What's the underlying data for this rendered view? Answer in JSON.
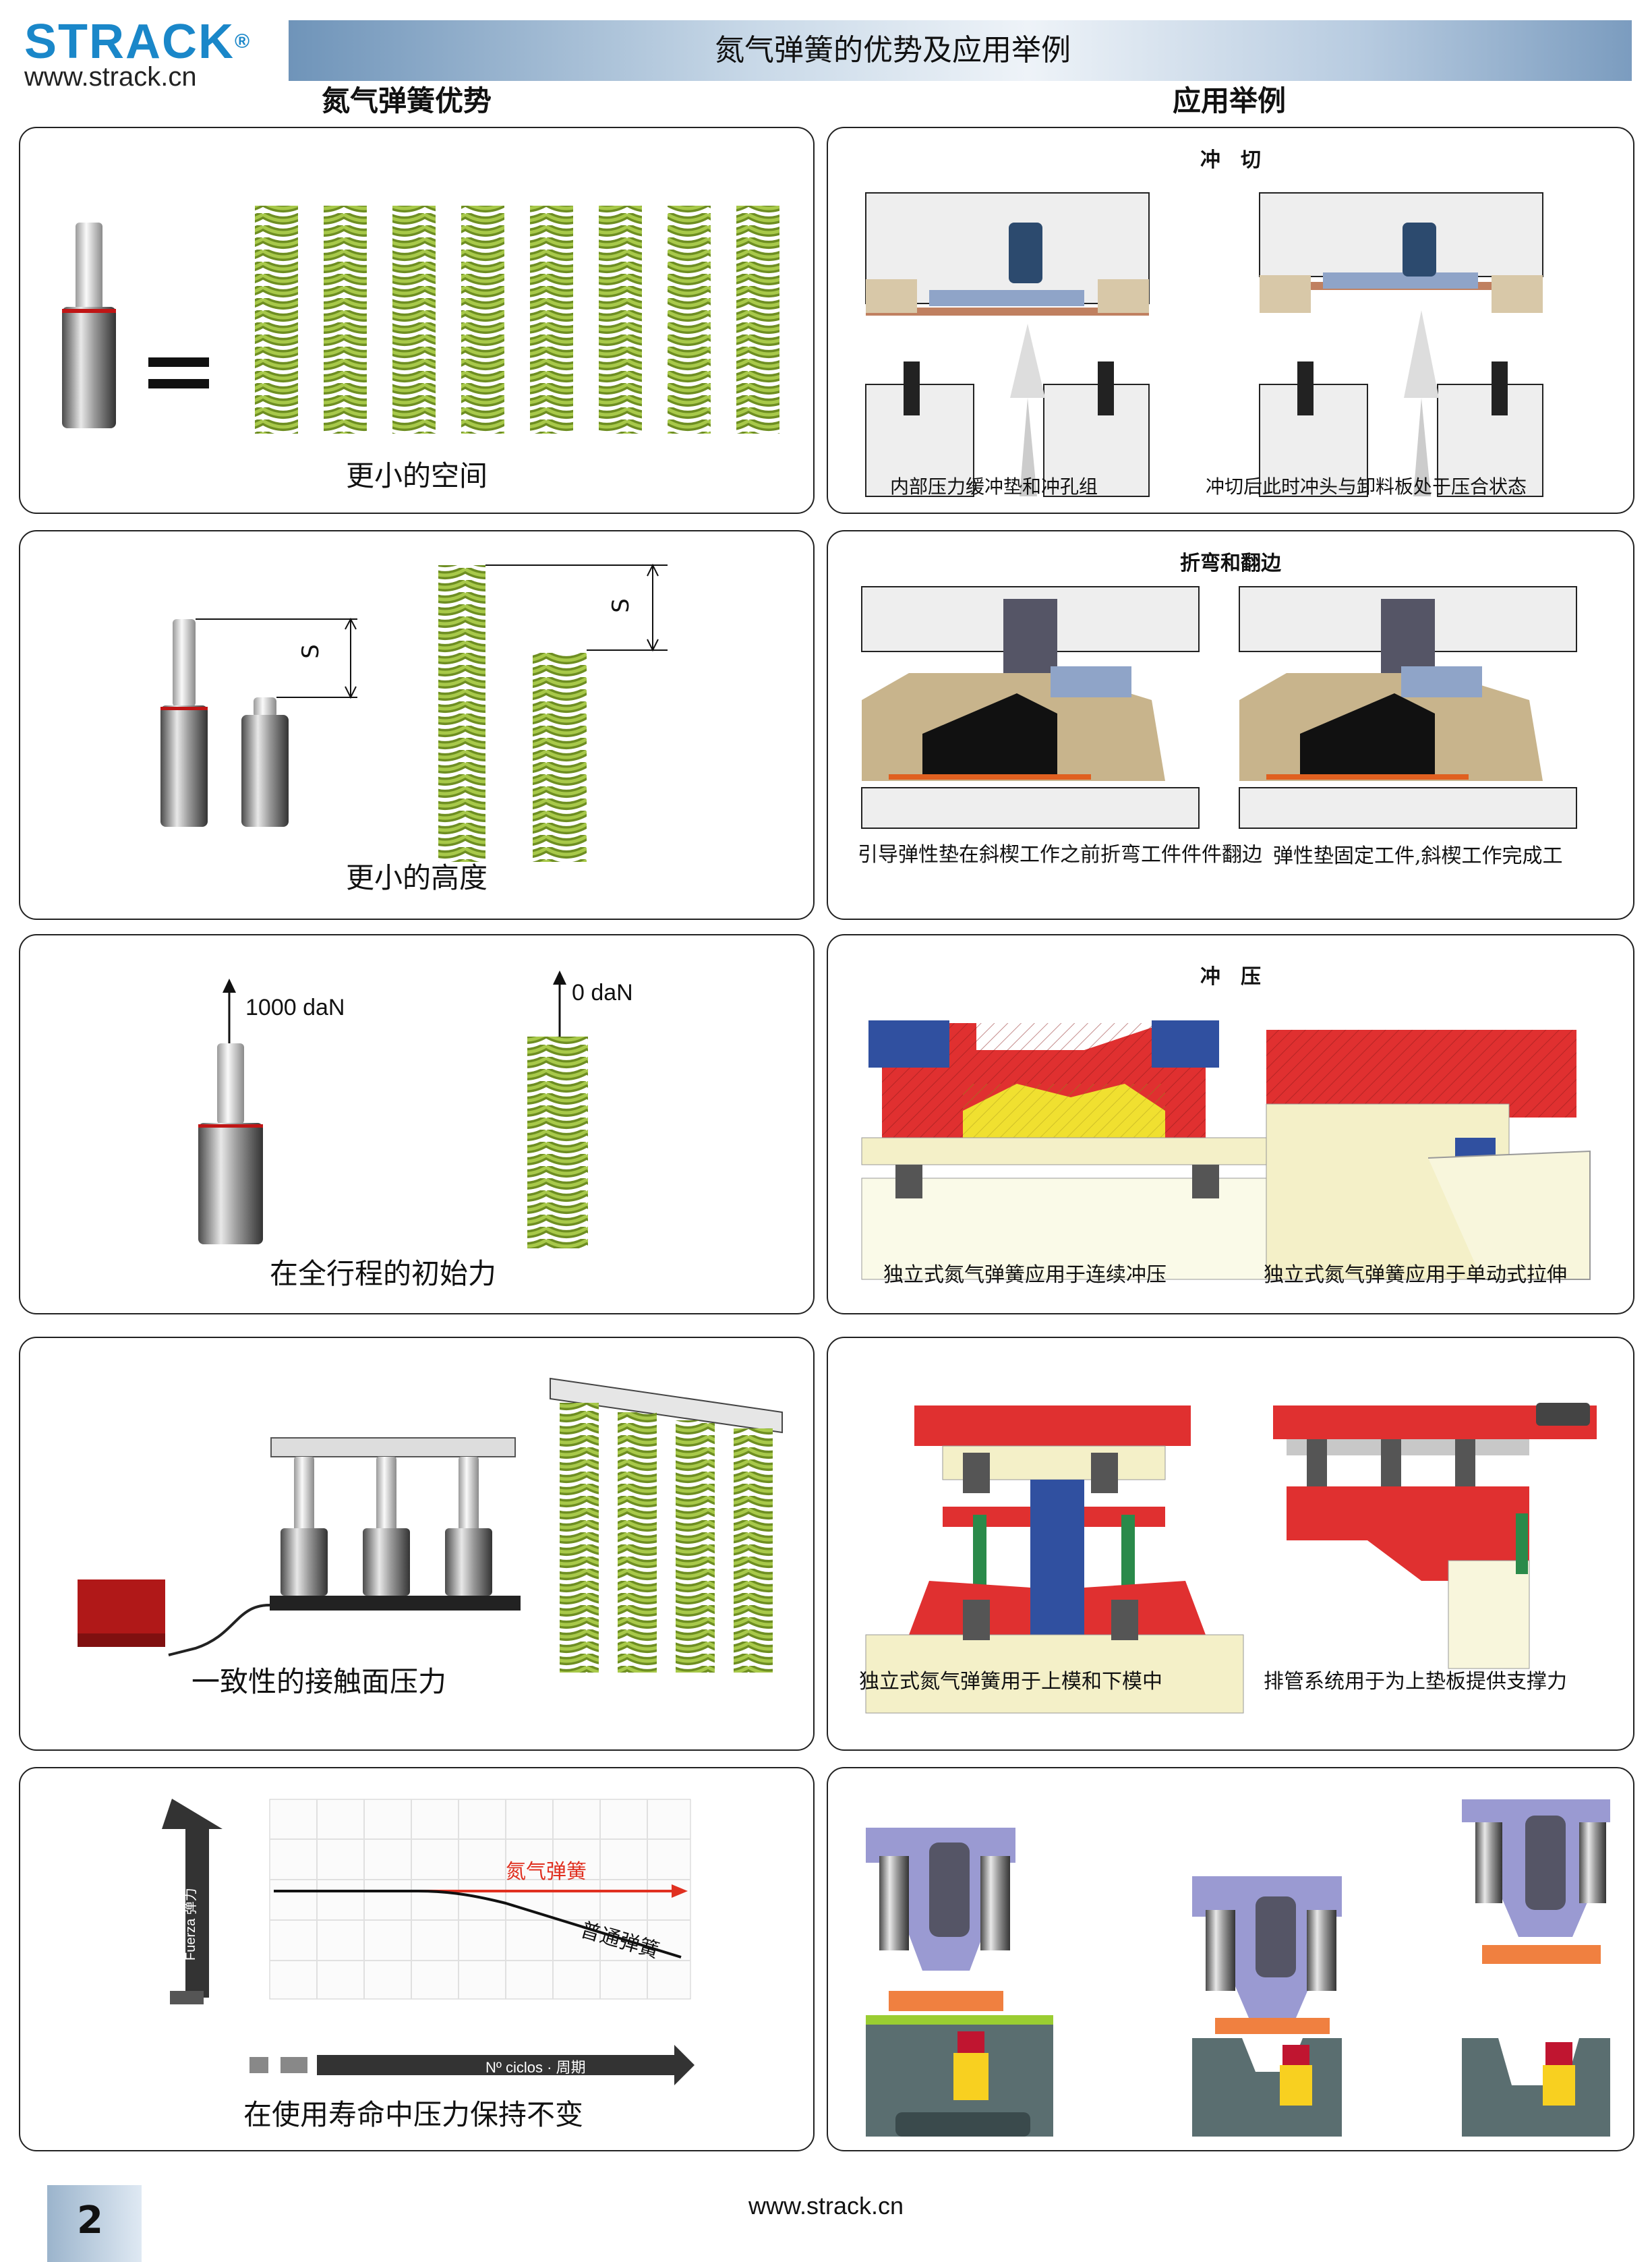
{
  "header": {
    "brand": "STRACK",
    "registered": "®",
    "url": "www.strack.cn",
    "title": "氮气弹簧的优势及应用举例"
  },
  "columns": {
    "left": "氮气弹簧优势",
    "right": "应用举例"
  },
  "advantages": [
    {
      "caption": "更小的空间",
      "equals": "="
    },
    {
      "caption": "更小的高度",
      "stroke_label": "S"
    },
    {
      "caption": "在全行程的初始力",
      "force_gas": "1000 daN",
      "force_coil": "0 daN"
    },
    {
      "caption": "一致性的接触面压力"
    },
    {
      "caption": "在使用寿命中压力保持不变",
      "y_axis": "Fuerza 弹力",
      "x_axis": "Nº ciclos · 周期",
      "series_gas": "氮气弹簧",
      "series_coil": "普通弹簧"
    }
  ],
  "applications": [
    {
      "title": "冲　切",
      "left": "内部压力缓冲垫和冲孔组",
      "right": "冲切后此时冲头与卸料板处于压合状态"
    },
    {
      "title": "折弯和翻边",
      "left": "引导弹性垫在斜楔工作之前折弯工件件件翻边",
      "right": "弹性垫固定工件,斜楔工作完成工"
    },
    {
      "title": "冲　压",
      "left": "独立式氮气弹簧应用于连续冲压",
      "right": "独立式氮气弹簧应用于单动式拉伸"
    },
    {
      "left": "独立式氮气弹簧用于上模和下模中",
      "right": "排管系统用于为上垫板提供支撑力"
    },
    {}
  ],
  "footer": {
    "url": "www.strack.cn",
    "page": "2"
  },
  "colors": {
    "brand": "#1a87c9",
    "spring": "#8db03a",
    "die_red": "#e03030",
    "die_blue": "#3050a0",
    "die_yellow": "#f0e030"
  }
}
